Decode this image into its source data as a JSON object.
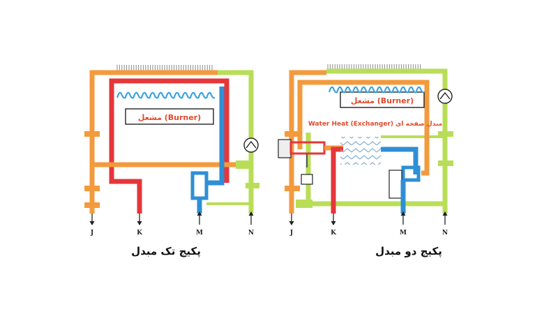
{
  "colors": {
    "orange": "#F39A3D",
    "red": "#E5363A",
    "blue": "#2E8FD6",
    "green": "#B8DE57",
    "flame": "#3BA3E3",
    "burner_text": "#E24A2C",
    "exchanger_text": "#E24A2C",
    "fin": "#888888",
    "outline": "#222222"
  },
  "left": {
    "title": "پکیج تک مبدل",
    "burner_label": "مشعل (Burner)",
    "outlets": [
      "J",
      "K",
      "M",
      "N"
    ]
  },
  "right": {
    "title": "پکیج دو مبدل",
    "burner_label": "مشعل (Burner)",
    "exchanger_label": "Water Heat (Exchanger) مبدل صفحه ای",
    "outlets": [
      "J",
      "K",
      "M",
      "N"
    ]
  },
  "icons": [
    "pump-icon",
    "flame-icon",
    "heat-fin-icon",
    "arrow-down-icon",
    "arrow-up-icon",
    "valve-icon"
  ]
}
